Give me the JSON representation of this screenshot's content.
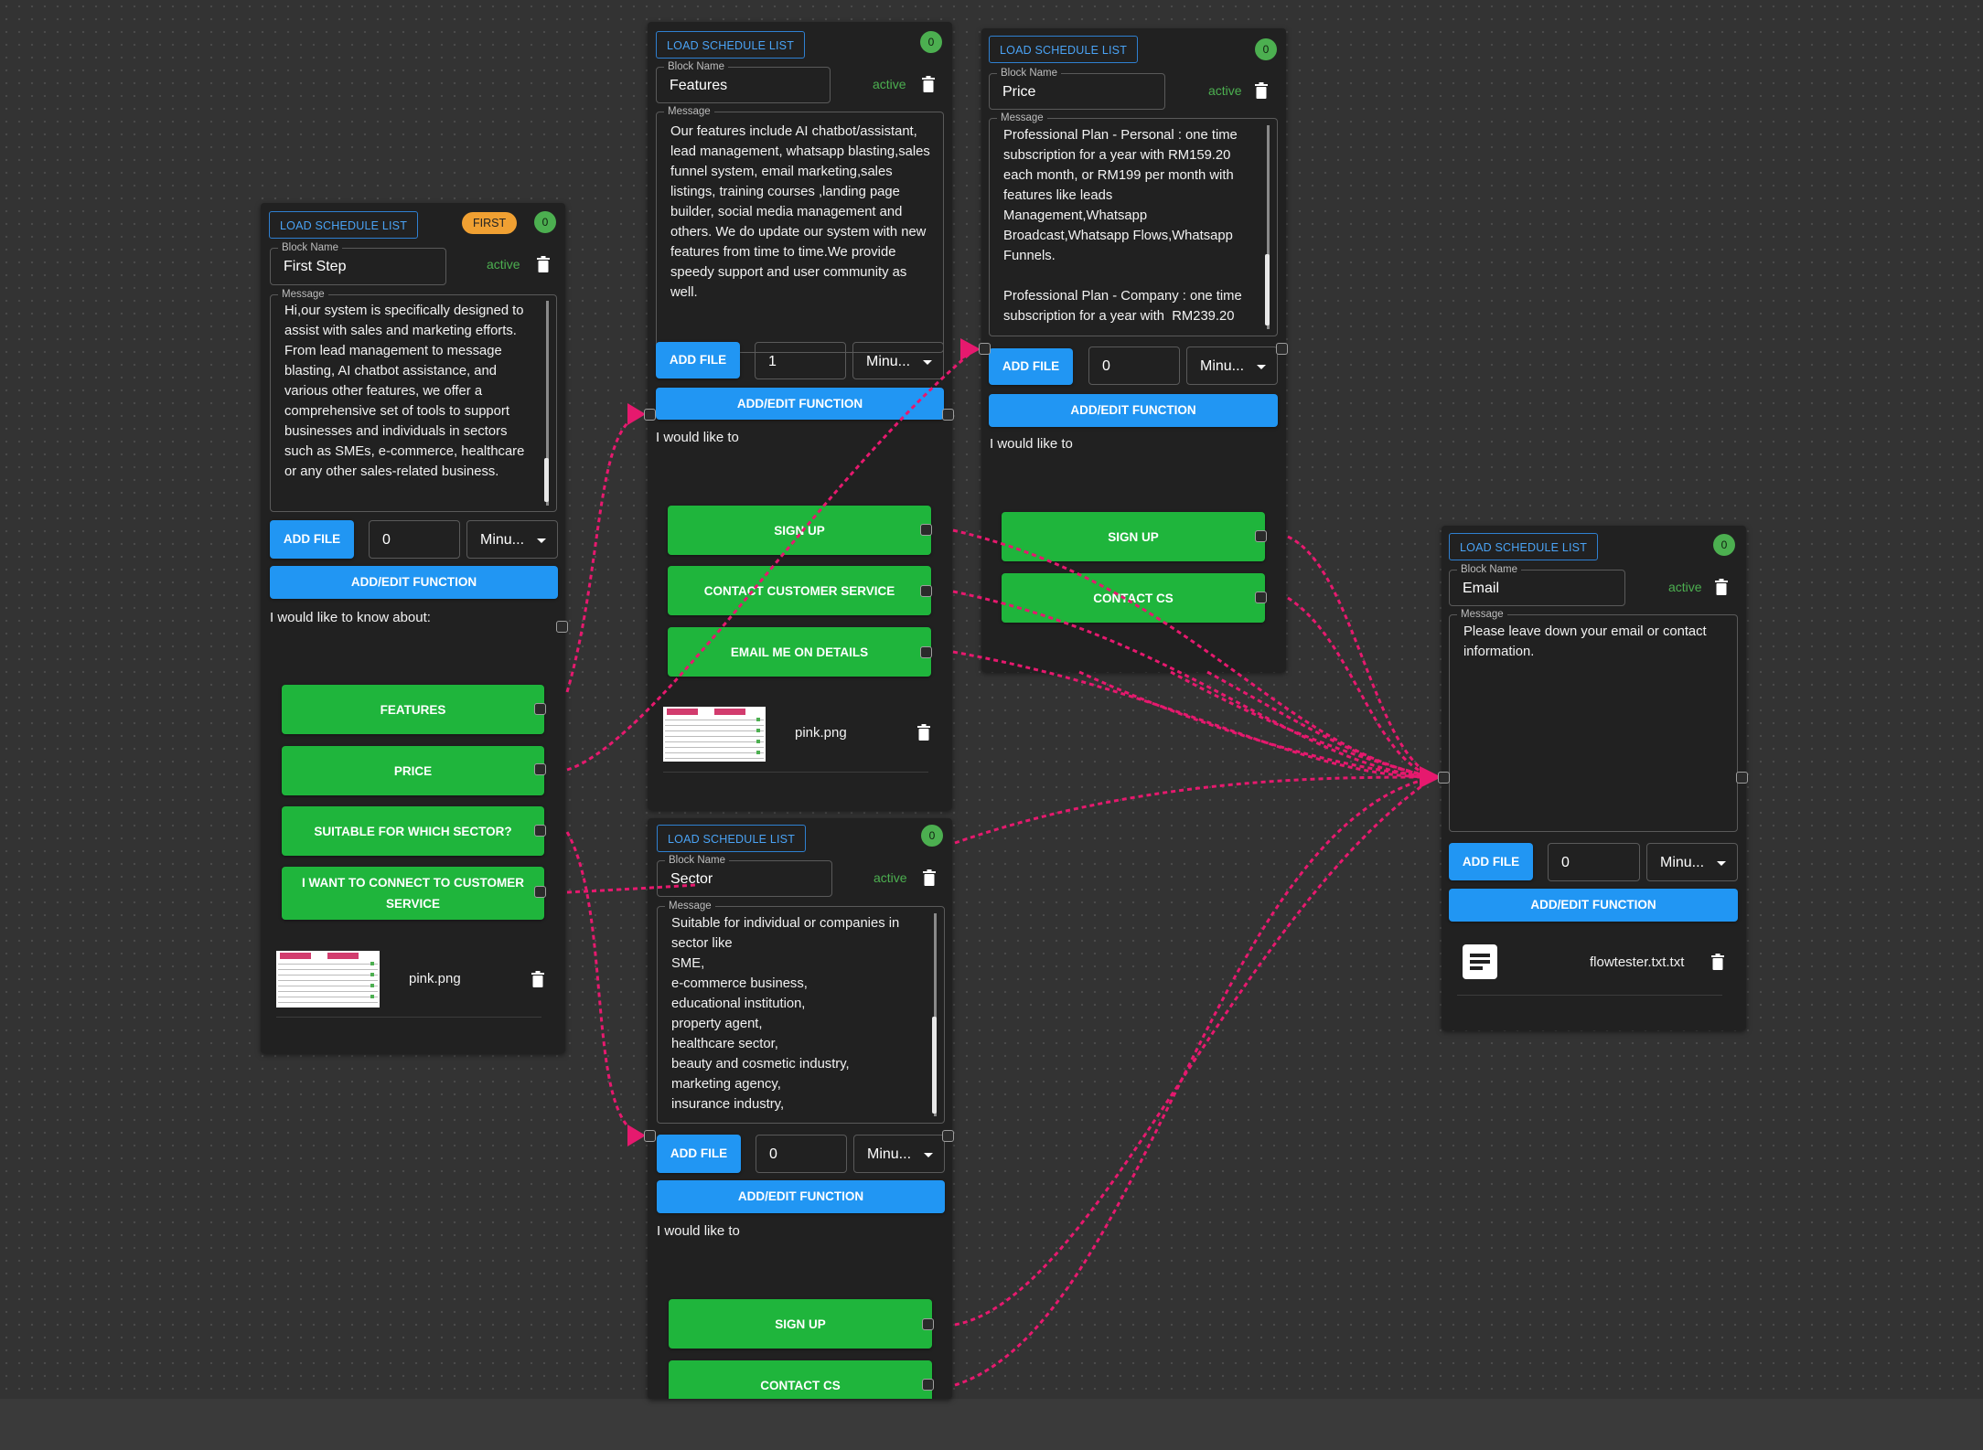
{
  "colors": {
    "canvas_bg": "#333333",
    "node_bg": "#212121",
    "accent_blue": "#2196f3",
    "button_green": "#1fb53c",
    "active_green": "#4caf50",
    "edge_pink": "#e6196e",
    "first_badge": "#f0a032"
  },
  "common": {
    "load_schedule_label": "LOAD SCHEDULE LIST",
    "block_name_label": "Block Name",
    "message_label": "Message",
    "active_label": "active",
    "add_file_label": "ADD FILE",
    "add_edit_function_label": "ADD/EDIT FUNCTION",
    "unit_value": "Minu...",
    "trash_icon": "trash-icon",
    "caret_icon": "chevron-down-icon"
  },
  "nodes": {
    "first": {
      "badge_first": "FIRST",
      "count": "0",
      "block_name": "First Step",
      "message": "Hi,our system is specifically designed to assist with sales and marketing efforts. From lead management to message blasting, AI chatbot assistance, and various other features, we offer a comprehensive set of tools to support businesses and individuals in sectors such as SMEs, e-commerce, healthcare or any other sales-related business.",
      "delay_value": "0",
      "prompt": "I would like to know about:",
      "buttons": [
        "FEATURES",
        "PRICE",
        "SUITABLE FOR WHICH SECTOR?",
        "I WANT TO CONNECT TO CUSTOMER SERVICE"
      ],
      "file_name": "pink.png"
    },
    "features": {
      "count": "0",
      "block_name": "Features",
      "message": "Our features include AI chatbot/assistant, lead management, whatsapp blasting,sales funnel system, email marketing,sales listings, training courses ,landing page builder, social media management and others. We do update our system with new features from time to time.We provide speedy support and user community as well.",
      "delay_value": "1",
      "prompt": "I would like to",
      "buttons": [
        "SIGN UP",
        "CONTACT CUSTOMER SERVICE",
        "EMAIL ME ON DETAILS"
      ],
      "file_name": "pink.png"
    },
    "price": {
      "count": "0",
      "block_name": "Price",
      "message": "Professional Plan - Personal : one time subscription for a year with RM159.20 each month, or RM199 per month with features like leads Management,Whatsapp Broadcast,Whatsapp Flows,Whatsapp Funnels.\n\nProfessional Plan - Company : one time subscription for a year with  RM239.20",
      "delay_value": "0",
      "prompt": "I would like to",
      "buttons": [
        "SIGN UP",
        "CONTACT CS"
      ]
    },
    "sector": {
      "count": "0",
      "block_name": "Sector",
      "message": "Suitable for individual or companies in sector like\nSME,\ne-commerce business,\neducational institution,\nproperty agent,\nhealthcare sector,\nbeauty and cosmetic industry,\nmarketing agency,\ninsurance industry,",
      "delay_value": "0",
      "prompt": "I would like to",
      "buttons": [
        "SIGN UP",
        "CONTACT CS"
      ]
    },
    "email": {
      "count": "0",
      "block_name": "Email",
      "message": "Please leave down your email or contact information.",
      "delay_value": "0",
      "file_name": "flowtester.txt.txt",
      "file_icon": "document-icon"
    }
  }
}
